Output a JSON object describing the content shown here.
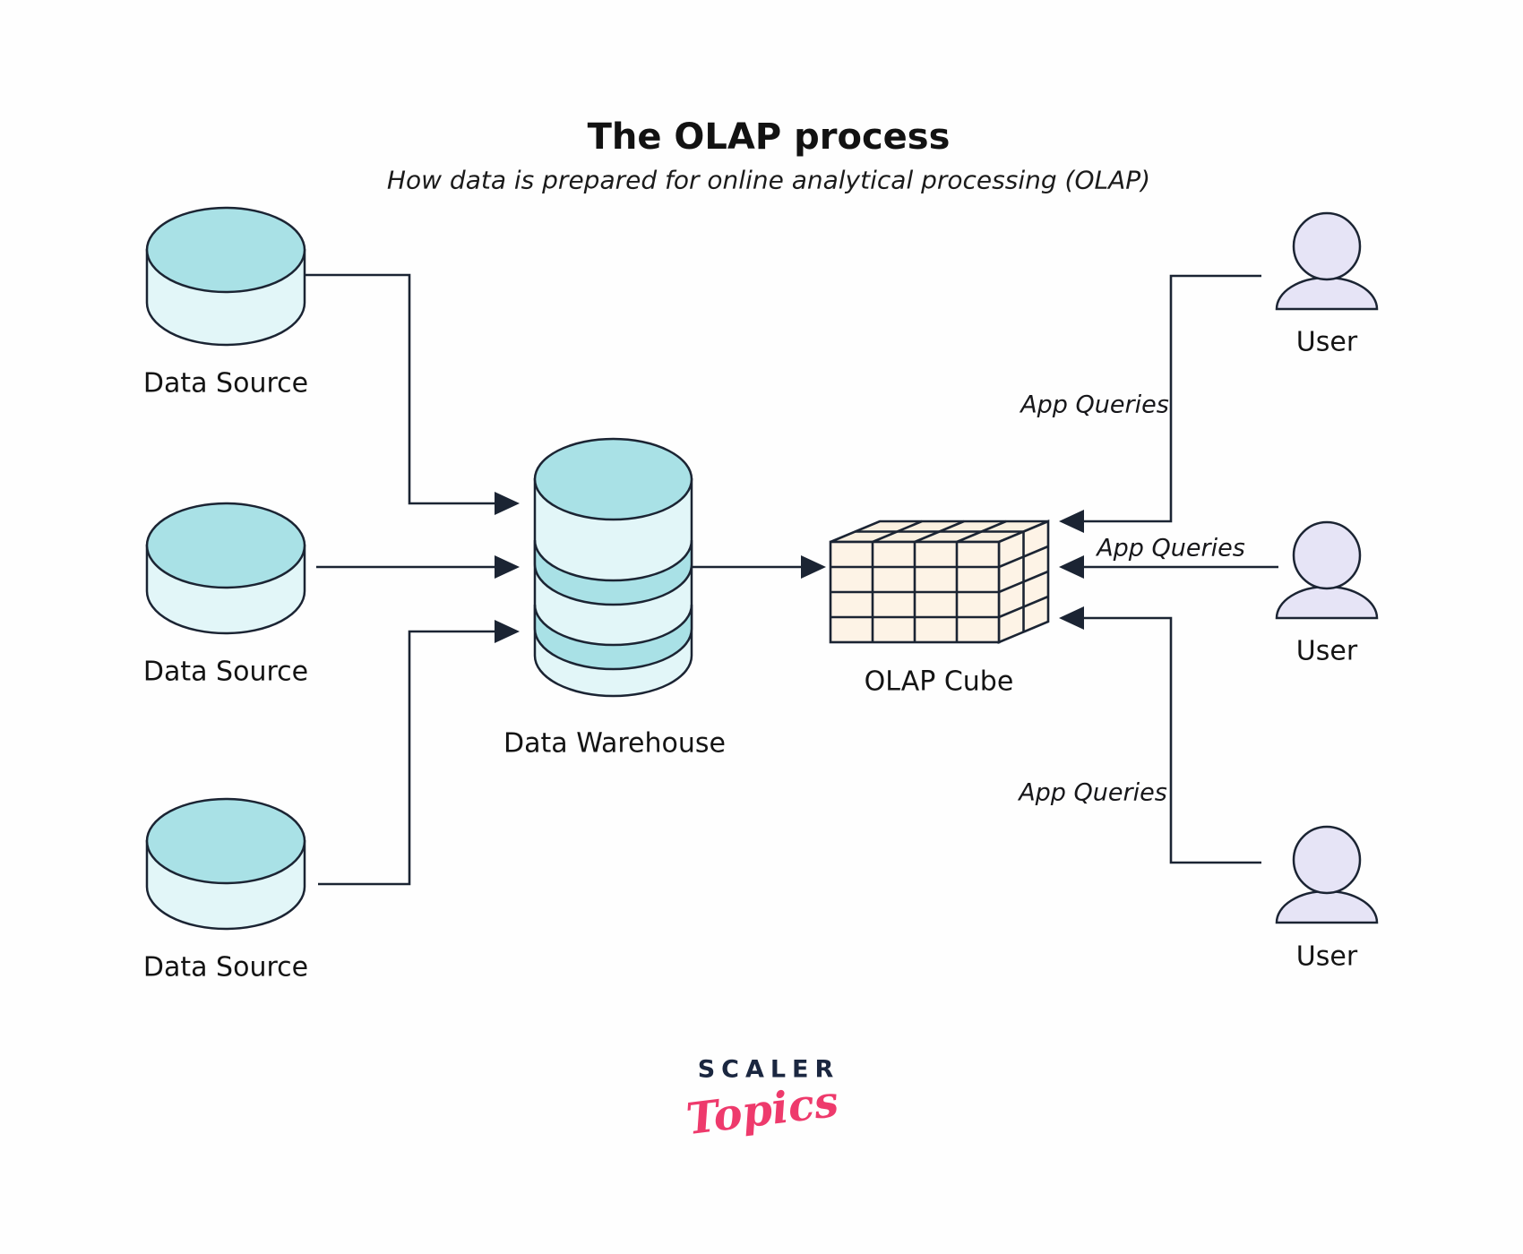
{
  "header": {
    "title": "The OLAP process",
    "subtitle": "How data is prepared for online analytical processing (OLAP)"
  },
  "nodes": {
    "data_sources": [
      {
        "label": "Data Source"
      },
      {
        "label": "Data Source"
      },
      {
        "label": "Data Source"
      }
    ],
    "warehouse": {
      "label": "Data Warehouse"
    },
    "cube": {
      "label": "OLAP Cube"
    },
    "users": [
      {
        "label": "User"
      },
      {
        "label": "User"
      },
      {
        "label": "User"
      }
    ]
  },
  "edges": {
    "app_queries": [
      {
        "label": "App Queries"
      },
      {
        "label": "App Queries"
      },
      {
        "label": "App Queries"
      }
    ]
  },
  "logo": {
    "brand": "SCALER",
    "sub": "Topics"
  },
  "colors": {
    "outline": "#1b2433",
    "cylinder_top": "#a9e1e6",
    "cylinder_body": "#e2f6f8",
    "cube_face": "#fdf3e6",
    "cube_top": "#faf0e0",
    "user_fill": "#e6e4f6",
    "brand_navy": "#1b2740",
    "brand_pink": "#ee3a6c"
  }
}
